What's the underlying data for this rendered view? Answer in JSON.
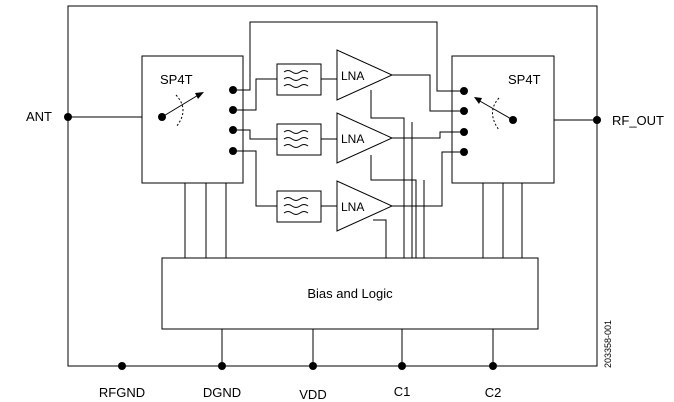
{
  "pins": {
    "ant": "ANT",
    "rf_out": "RF_OUT",
    "rfgnd": "RFGND",
    "dgnd": "DGND",
    "vdd": "VDD",
    "c1": "C1",
    "c2": "C2"
  },
  "blocks": {
    "switch_left": "SP4T",
    "switch_right": "SP4T",
    "lna_1": "LNA",
    "lna_2": "LNA",
    "lna_3": "LNA",
    "bias_logic": "Bias and Logic"
  },
  "part_number": "203358-001"
}
